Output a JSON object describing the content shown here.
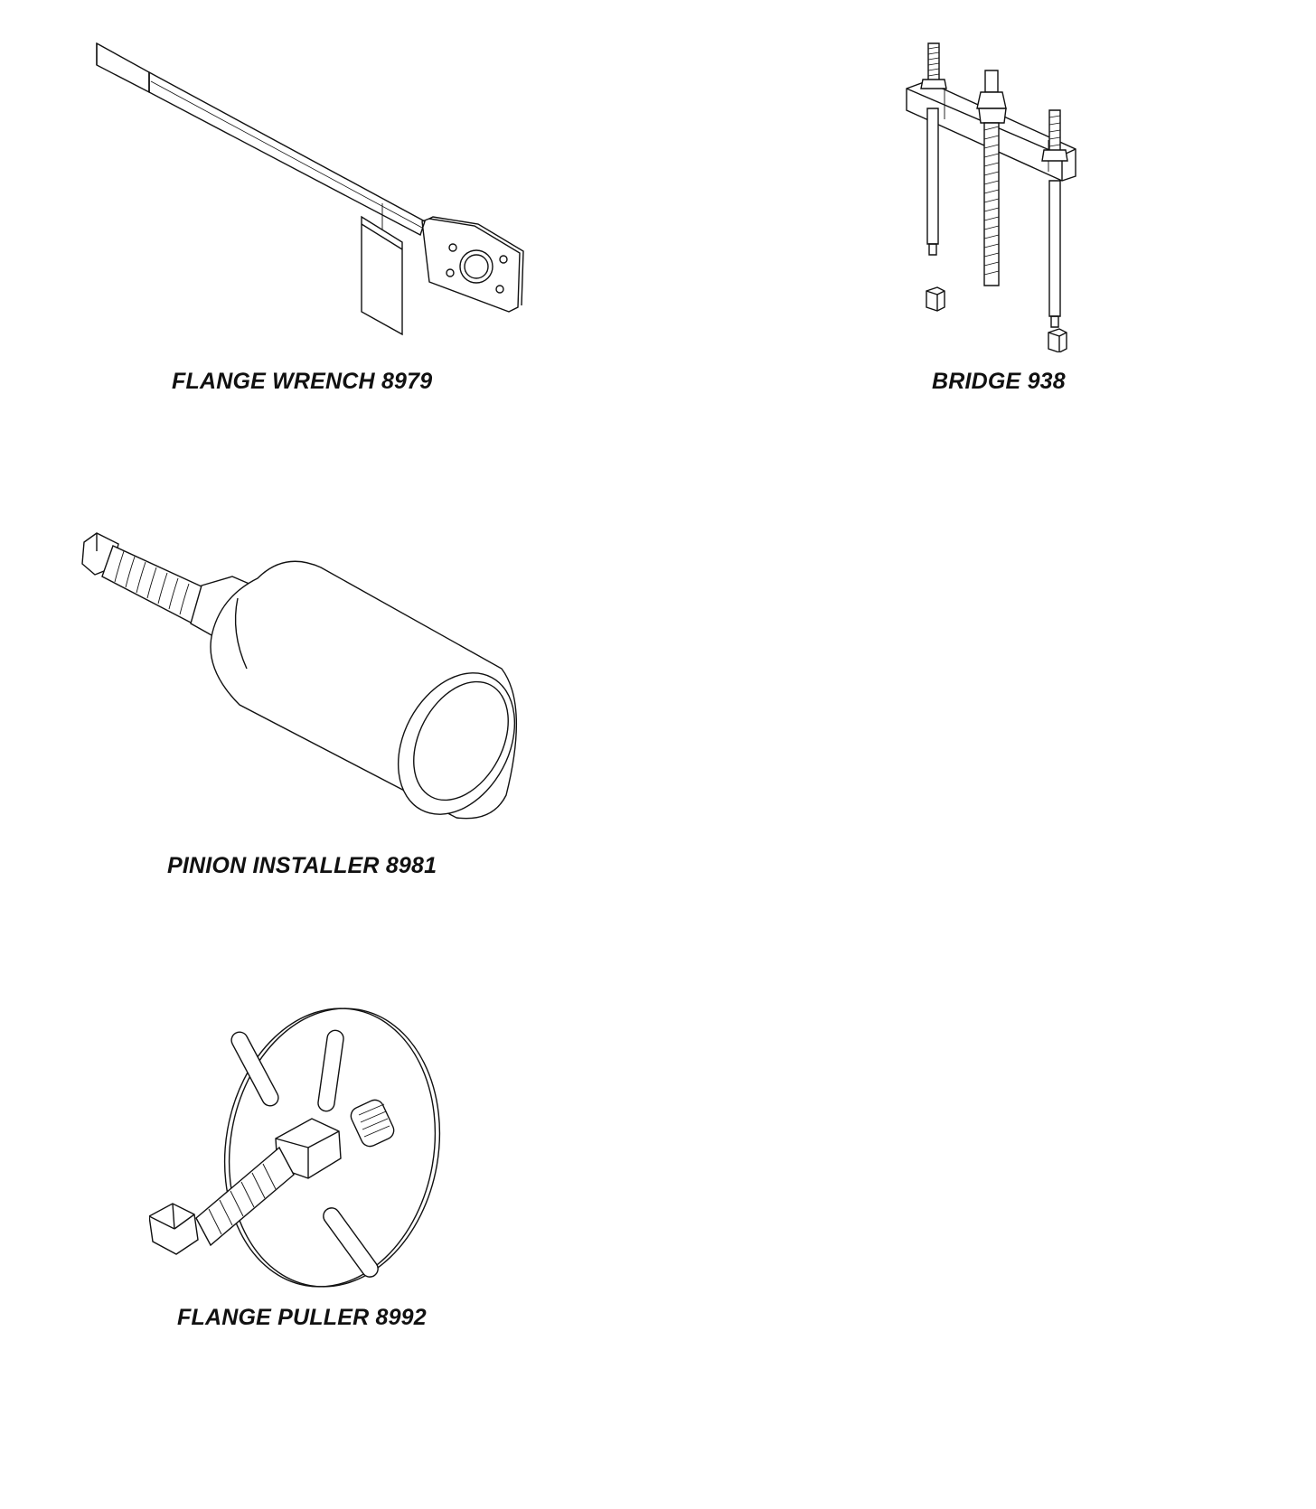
{
  "tools": [
    {
      "id": "flange-wrench",
      "label": "FLANGE WRENCH 8979"
    },
    {
      "id": "bridge",
      "label": "BRIDGE 938"
    },
    {
      "id": "pinion-installer",
      "label": "PINION INSTALLER 8981"
    },
    {
      "id": "flange-puller",
      "label": "FLANGE PULLER 8992"
    }
  ],
  "colors": {
    "ink": "#111111",
    "background": "#ffffff"
  }
}
